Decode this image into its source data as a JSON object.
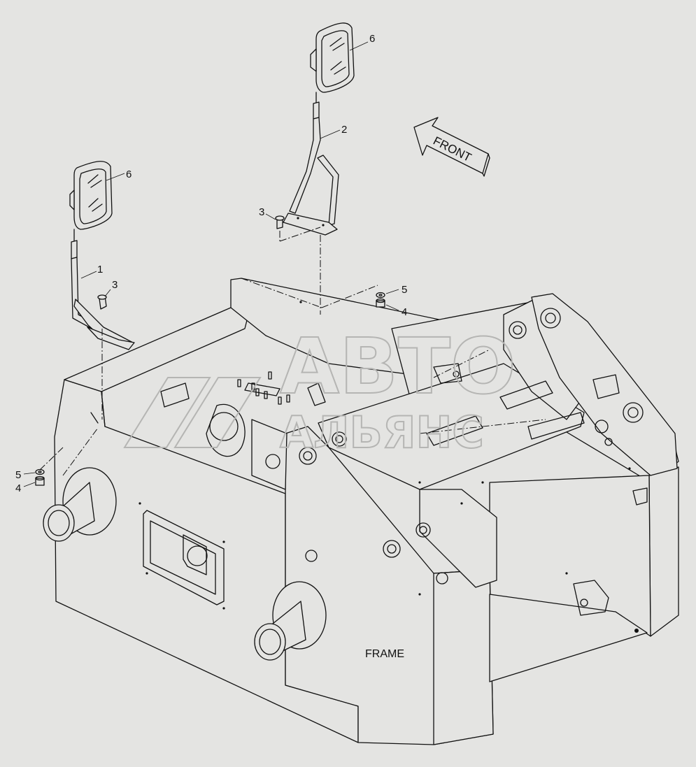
{
  "diagram": {
    "frame_label": "FRAME",
    "front_label": "FRONT",
    "callouts": {
      "mirror_left": "6",
      "mirror_right": "6",
      "bracket_left": "1",
      "bracket_right": "2",
      "bolt_left": "3",
      "bolt_right": "3",
      "washer_left": "5",
      "washer_right": "5",
      "nut_left": "4",
      "nut_right": "4"
    },
    "watermark": {
      "line1": "АВТО",
      "line2": "АЛЬЯНС"
    }
  }
}
